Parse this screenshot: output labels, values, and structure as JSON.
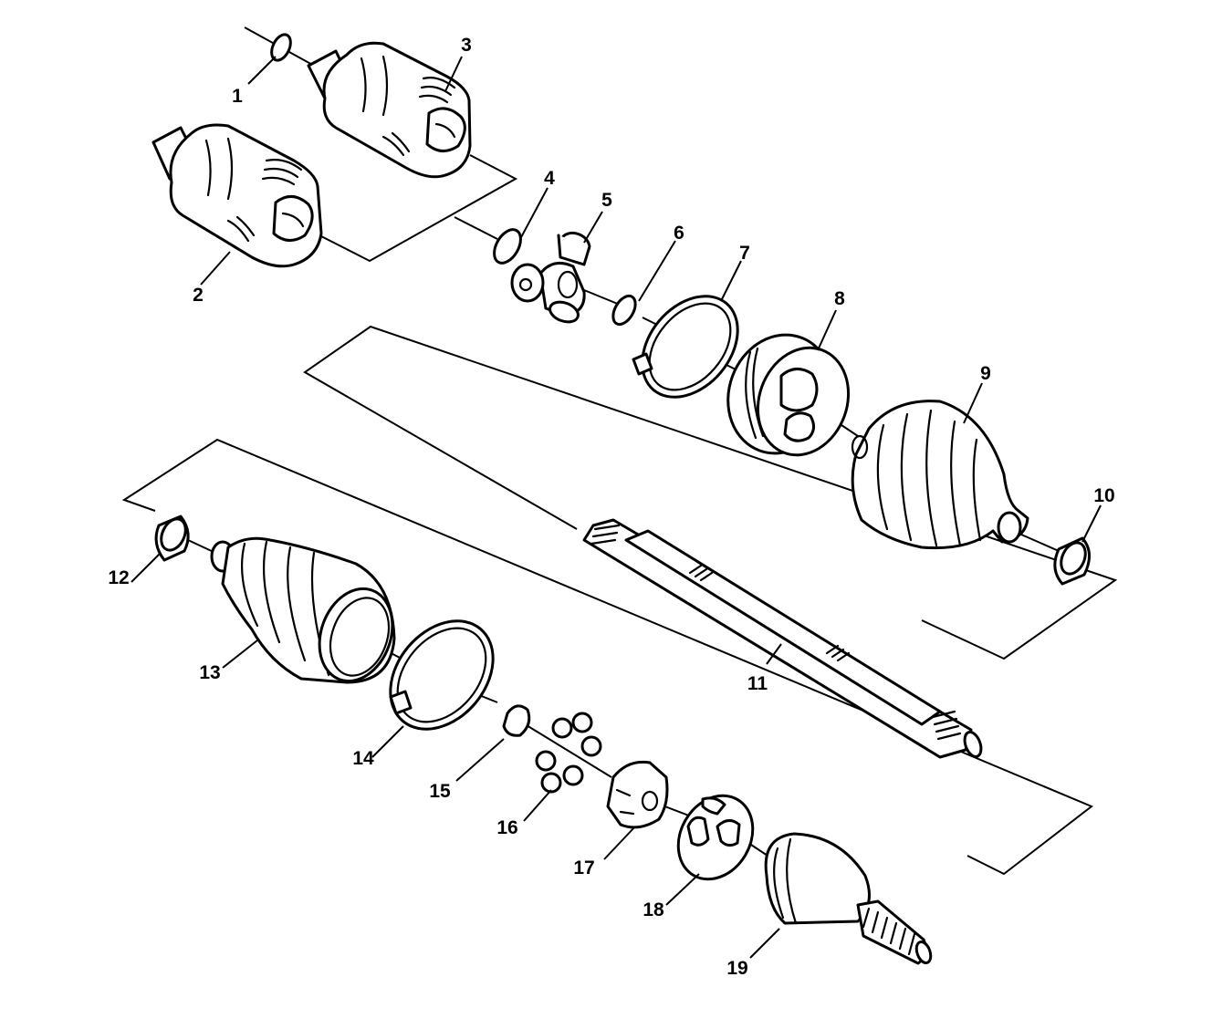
{
  "callouts": [
    {
      "id": "1",
      "text": "1"
    },
    {
      "id": "2",
      "text": "2"
    },
    {
      "id": "3",
      "text": "3"
    },
    {
      "id": "4",
      "text": "4"
    },
    {
      "id": "5",
      "text": "5"
    },
    {
      "id": "6",
      "text": "6"
    },
    {
      "id": "7",
      "text": "7"
    },
    {
      "id": "8",
      "text": "8"
    },
    {
      "id": "9",
      "text": "9"
    },
    {
      "id": "10",
      "text": "10"
    },
    {
      "id": "11",
      "text": "11"
    },
    {
      "id": "12",
      "text": "12"
    },
    {
      "id": "13",
      "text": "13"
    },
    {
      "id": "14",
      "text": "14"
    },
    {
      "id": "15",
      "text": "15"
    },
    {
      "id": "16",
      "text": "16"
    },
    {
      "id": "17",
      "text": "17"
    },
    {
      "id": "18",
      "text": "18"
    },
    {
      "id": "19",
      "text": "19"
    }
  ],
  "colors": {
    "ink": "#000000",
    "paper": "#ffffff"
  }
}
